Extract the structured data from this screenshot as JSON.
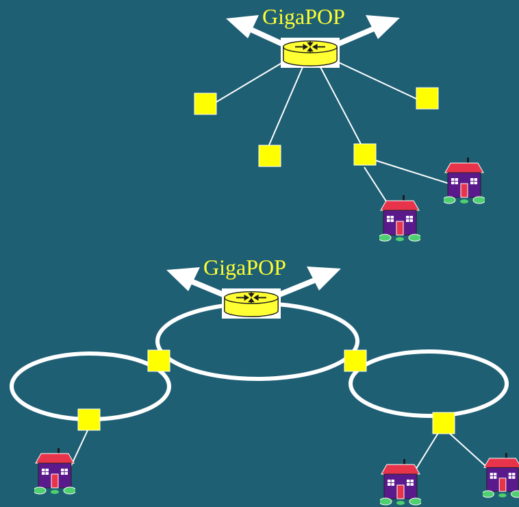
{
  "labels": {
    "top_gigapop": "GigaPOP",
    "bottom_gigapop": "GigaPOP"
  },
  "colors": {
    "background": "#1e5f74",
    "node_fill": "#ffff00",
    "label_text": "#ffff33",
    "link": "#ffffff",
    "router_fill": "#ffff33",
    "house_wall": "#5a1a8c",
    "house_roof": "#e8344a"
  },
  "icons": {
    "router": "router-icon",
    "house": "house-icon",
    "access_node": "square-node",
    "uplink": "arrow-icon"
  }
}
